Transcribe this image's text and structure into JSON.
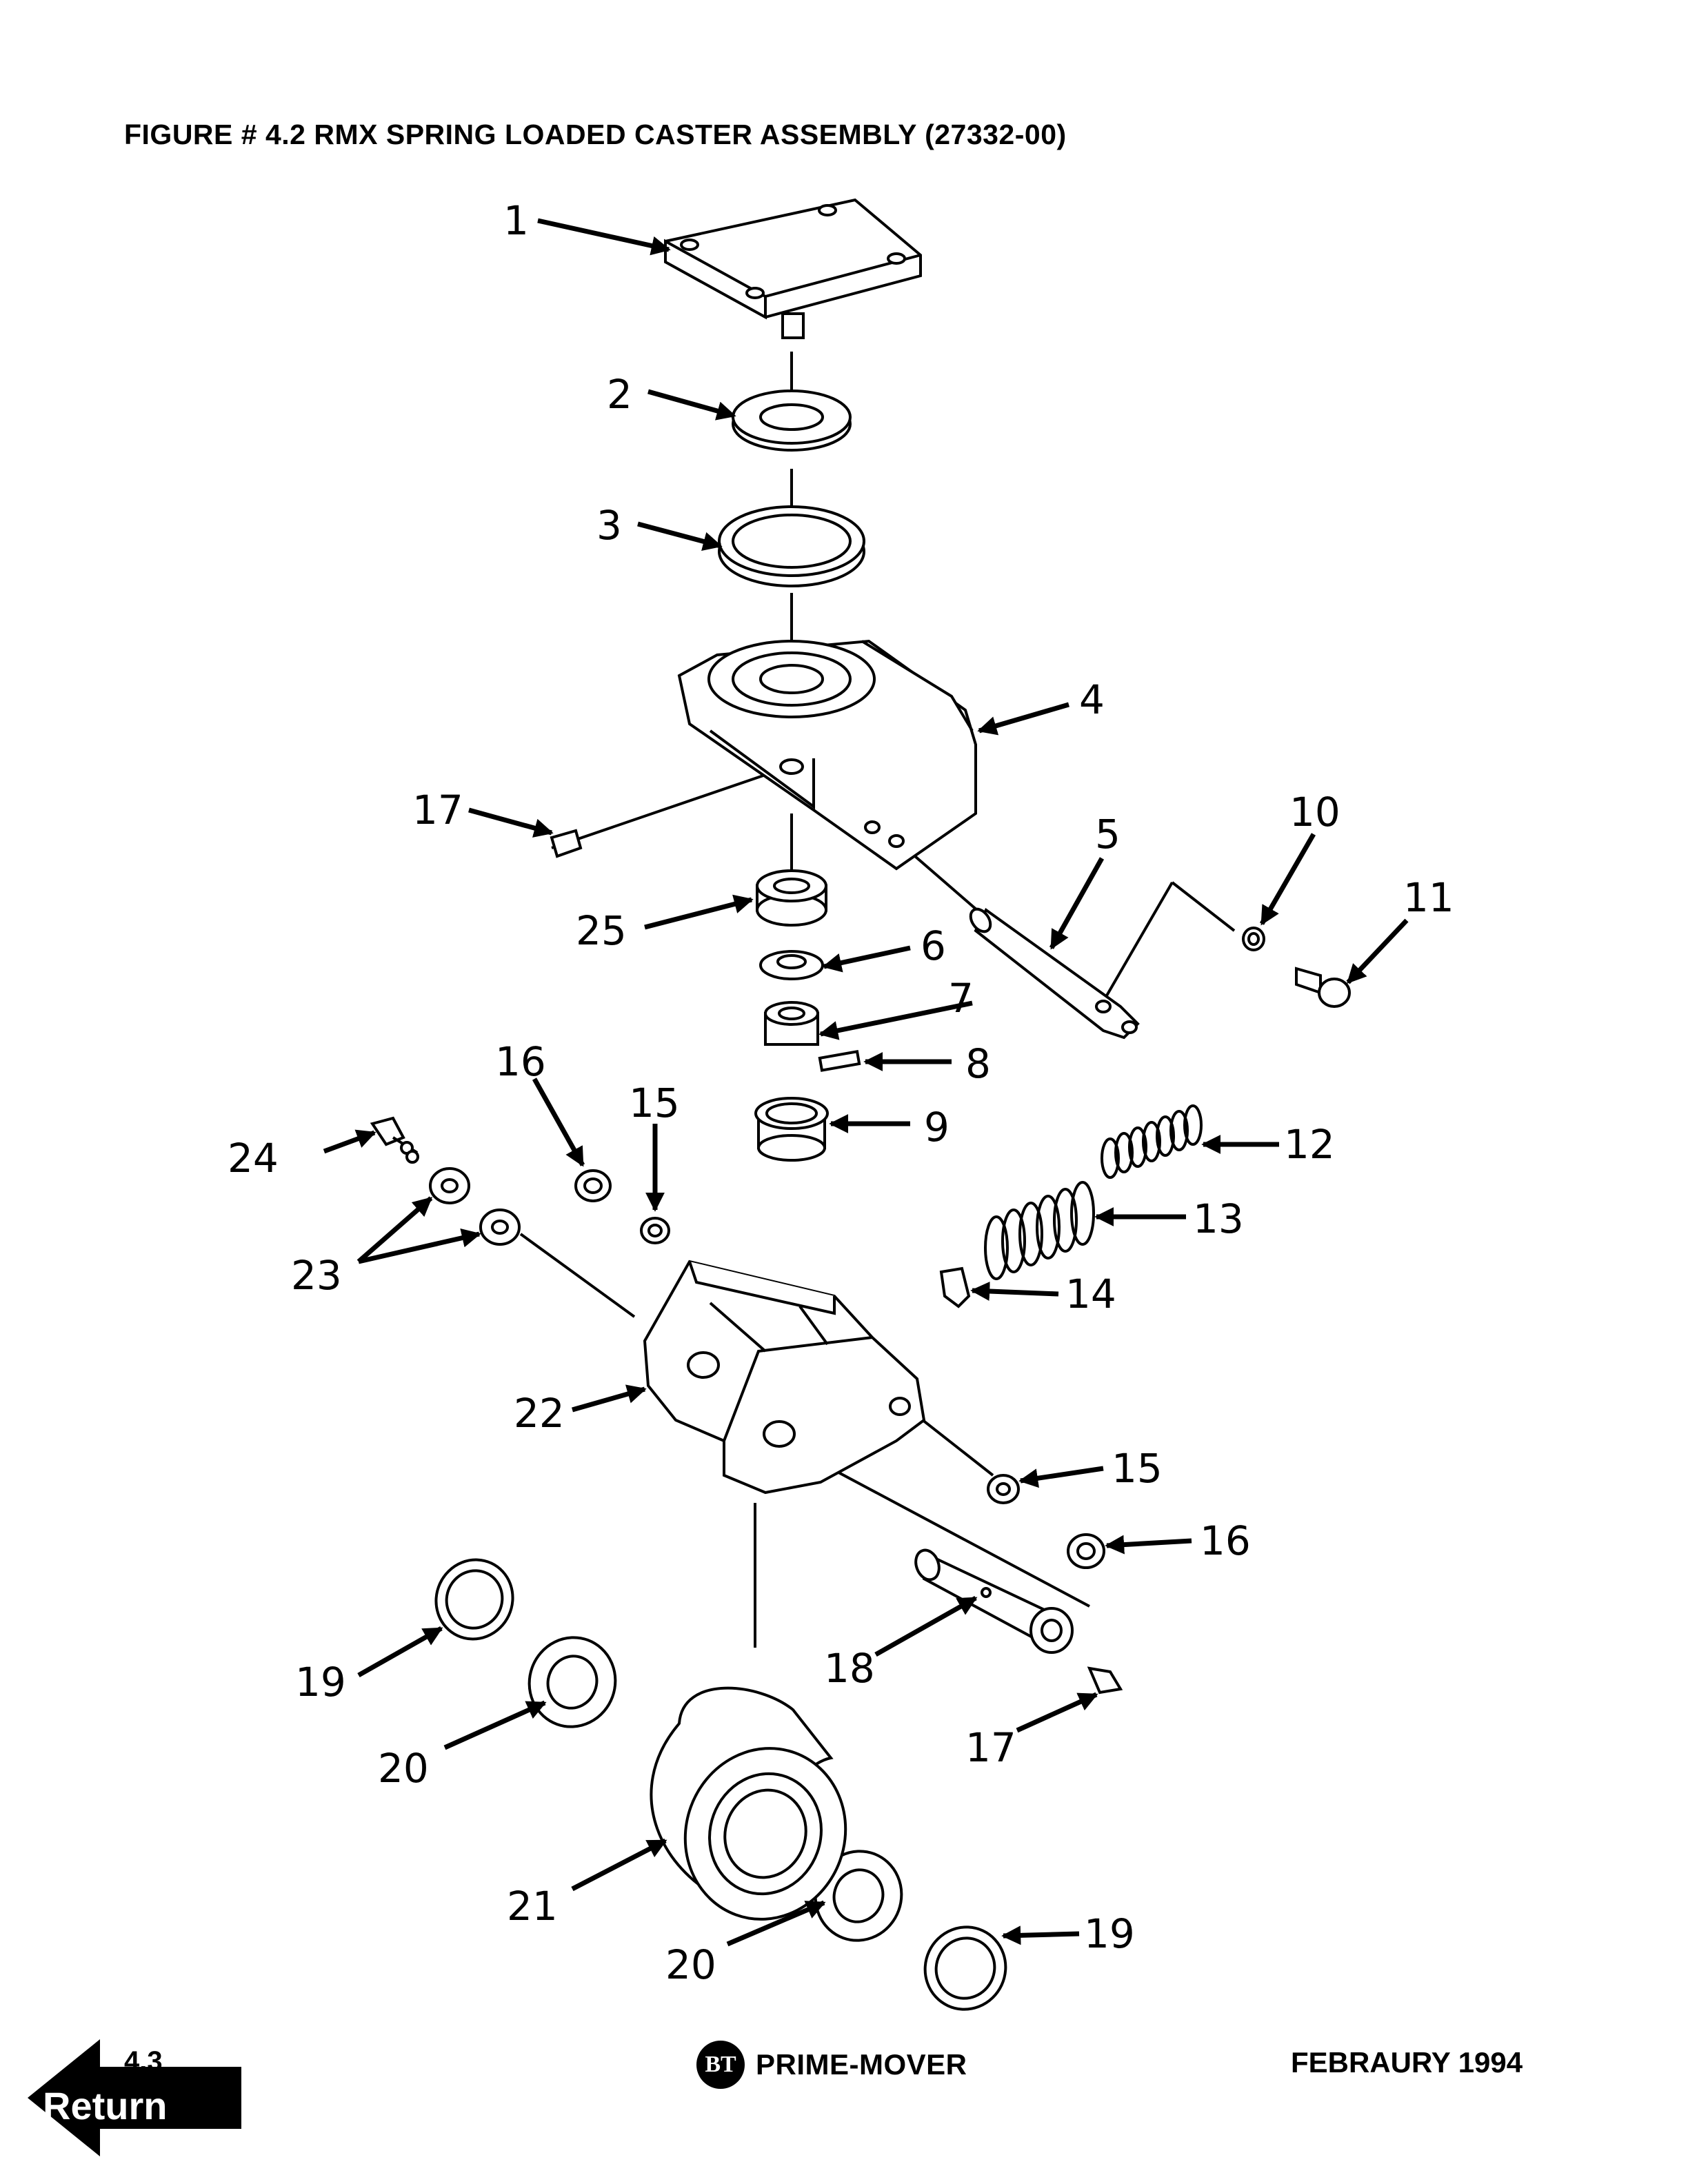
{
  "document": {
    "title": "FIGURE # 4.2  RMX SPRING LOADED CASTER ASSEMBLY (27332-00)",
    "page_number": "4.3",
    "return_label": "Return",
    "brand_logo": "BT",
    "brand_name": "PRIME-MOVER",
    "date": "FEBRAURY 1994"
  },
  "callouts": {
    "c1": "1",
    "c2": "2",
    "c3": "3",
    "c4": "4",
    "c5": "5",
    "c6": "6",
    "c7": "7",
    "c8": "8",
    "c9": "9",
    "c10": "10",
    "c11": "11",
    "c12": "12",
    "c13": "13",
    "c14": "14",
    "c15a": "15",
    "c15b": "15",
    "c16a": "16",
    "c16b": "16",
    "c17a": "17",
    "c17b": "17",
    "c18": "18",
    "c19a": "19",
    "c19b": "19",
    "c20a": "20",
    "c20b": "20",
    "c21": "21",
    "c22": "22",
    "c23": "23",
    "c24": "24",
    "c25": "25"
  }
}
